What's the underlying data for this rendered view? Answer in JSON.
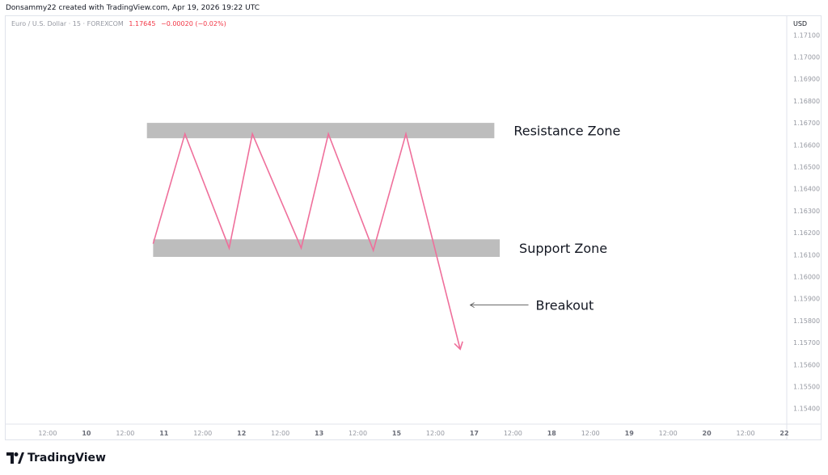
{
  "header": {
    "credit": "Donsammy22 created with TradingView.com, Apr 19, 2026 19:22 UTC"
  },
  "symbol_bar": {
    "name": "Euro / U.S. Dollar · 15 · FOREXCOM",
    "price": "1.17645",
    "change": "−0.00020 (−0.02%)"
  },
  "price_scale": {
    "currency": "USD"
  },
  "brand": {
    "logo_text": "TradingView"
  },
  "colors": {
    "line": "#ef6f9b",
    "zone": "#bdbdbd",
    "axis_text": "#9598a1",
    "price_down": "#f23645"
  },
  "chart_data": {
    "type": "line",
    "title": "",
    "xlabel": "",
    "ylabel": "",
    "ylim": [
      1.1535,
      1.1715
    ],
    "y_ticks": [
      "1.17100",
      "1.17000",
      "1.16900",
      "1.16800",
      "1.16700",
      "1.16600",
      "1.16500",
      "1.16400",
      "1.16300",
      "1.16200",
      "1.16100",
      "1.16000",
      "1.15900",
      "1.15800",
      "1.15700",
      "1.15600",
      "1.15500",
      "1.15400"
    ],
    "x_ticks": [
      {
        "label": "12:00",
        "x": 0.5
      },
      {
        "label": "10",
        "x": 1
      },
      {
        "label": "12:00",
        "x": 1.5
      },
      {
        "label": "11",
        "x": 2
      },
      {
        "label": "12:00",
        "x": 2.5
      },
      {
        "label": "12",
        "x": 3
      },
      {
        "label": "12:00",
        "x": 3.5
      },
      {
        "label": "13",
        "x": 4
      },
      {
        "label": "12:00",
        "x": 4.5
      },
      {
        "label": "15",
        "x": 5
      },
      {
        "label": "12:00",
        "x": 5.5
      },
      {
        "label": "17",
        "x": 6
      },
      {
        "label": "12:00",
        "x": 6.5
      },
      {
        "label": "18",
        "x": 7
      },
      {
        "label": "12:00",
        "x": 7.5
      },
      {
        "label": "19",
        "x": 8
      },
      {
        "label": "12:00",
        "x": 8.5
      },
      {
        "label": "20",
        "x": 9
      },
      {
        "label": "12:00",
        "x": 9.5
      },
      {
        "label": "22",
        "x": 10
      }
    ],
    "series": [
      {
        "points": [
          {
            "x": 1.86,
            "y": 1.1615
          },
          {
            "x": 2.27,
            "y": 1.1665
          },
          {
            "x": 2.84,
            "y": 1.1613
          },
          {
            "x": 3.14,
            "y": 1.1665
          },
          {
            "x": 3.77,
            "y": 1.1613
          },
          {
            "x": 4.12,
            "y": 1.1665
          },
          {
            "x": 4.7,
            "y": 1.1612
          },
          {
            "x": 5.12,
            "y": 1.1665
          },
          {
            "x": 5.82,
            "y": 1.1567
          }
        ]
      }
    ],
    "zones": [
      {
        "label": "Resistance Zone",
        "x_start": 1.78,
        "x_end": 6.26,
        "y_low": 1.1663,
        "y_high": 1.167
      },
      {
        "label": "Support Zone",
        "x_start": 1.86,
        "x_end": 6.33,
        "y_low": 1.1609,
        "y_high": 1.1617
      }
    ],
    "annotations": [
      {
        "text": "Breakout",
        "x_from": 6.7,
        "x_to": 5.95,
        "y": 1.15871
      }
    ],
    "grid": false
  }
}
